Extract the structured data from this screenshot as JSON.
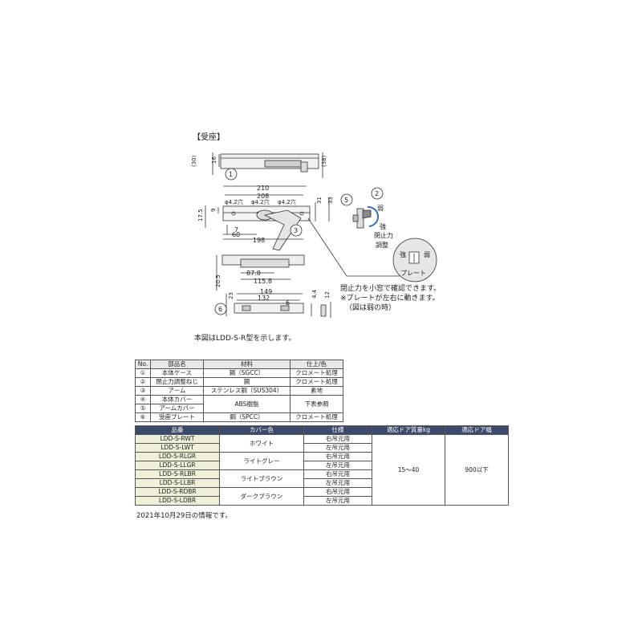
{
  "section_title": "【受座】",
  "dimensions": {
    "top": [
      "(30)",
      "16",
      "(38)",
      "1"
    ],
    "side": [
      "210",
      "208",
      "φ4.2穴",
      "φ4.2穴",
      "φ4.2穴",
      "9",
      "17.5",
      "7",
      "60",
      "198",
      "31",
      "33",
      "3"
    ],
    "bottom": [
      "87.8",
      "115.8",
      "20.5"
    ],
    "plate": [
      "149",
      "132",
      "6",
      "23",
      "4.4",
      "12",
      "6"
    ]
  },
  "adjust": {
    "n5": "5",
    "n2": "2",
    "weak": "弱",
    "strong": "強",
    "label1": "閉止力",
    "label2": "調整",
    "window_strong": "強",
    "window_weak": "弱",
    "window_plate": "プレート"
  },
  "notes": {
    "line1": "閉止力を小窓で確認できます。",
    "line2": "※プレートが左右に動きます。",
    "line3": "（図は弱の時）"
  },
  "figure_caption": "本図はLDD-S-R型を示します。",
  "parts_table": {
    "headers": [
      "No.",
      "部品名",
      "材料",
      "仕上/色"
    ],
    "rows": [
      {
        "no": "①",
        "name": "本体ケース",
        "material": "鋼（SGCC）",
        "finish": "クロメート処理"
      },
      {
        "no": "②",
        "name": "閉止力調整ねじ",
        "material": "鋼",
        "finish": "クロメート処理"
      },
      {
        "no": "③",
        "name": "アーム",
        "material": "ステンレス鋼（SUS304）",
        "finish": "素地"
      },
      {
        "no": "④",
        "name": "本体カバー",
        "material": "ABS樹脂",
        "finish": "下表参照"
      },
      {
        "no": "⑤",
        "name": "アームカバー"
      },
      {
        "no": "⑥",
        "name": "受座プレート",
        "material": "鋼（SPCC）",
        "finish": "クロメート処理"
      }
    ]
  },
  "model_table": {
    "headers": [
      "品番",
      "カバー色",
      "仕様",
      "適応ドア質量kg",
      "適応ドア幅"
    ],
    "mass": "15～40",
    "width": "900以下",
    "groups": [
      {
        "color": "ホワイト",
        "rows": [
          {
            "pn": "LDD-S-RWT",
            "spec": "右吊元用"
          },
          {
            "pn": "LDD-S-LWT",
            "spec": "左吊元用"
          }
        ]
      },
      {
        "color": "ライトグレー",
        "rows": [
          {
            "pn": "LDD-S-RLGR",
            "spec": "右吊元用"
          },
          {
            "pn": "LDD-S-LLGR",
            "spec": "左吊元用"
          }
        ]
      },
      {
        "color": "ライトブラウン",
        "rows": [
          {
            "pn": "LDD-S-RLBR",
            "spec": "右吊元用"
          },
          {
            "pn": "LDD-S-LLBR",
            "spec": "左吊元用"
          }
        ]
      },
      {
        "color": "ダークブラウン",
        "rows": [
          {
            "pn": "LDD-S-RDBR",
            "spec": "右吊元用"
          },
          {
            "pn": "LDD-S-LDBR",
            "spec": "左吊元用"
          }
        ]
      }
    ]
  },
  "footer": "2021年10月29日の情報です。"
}
